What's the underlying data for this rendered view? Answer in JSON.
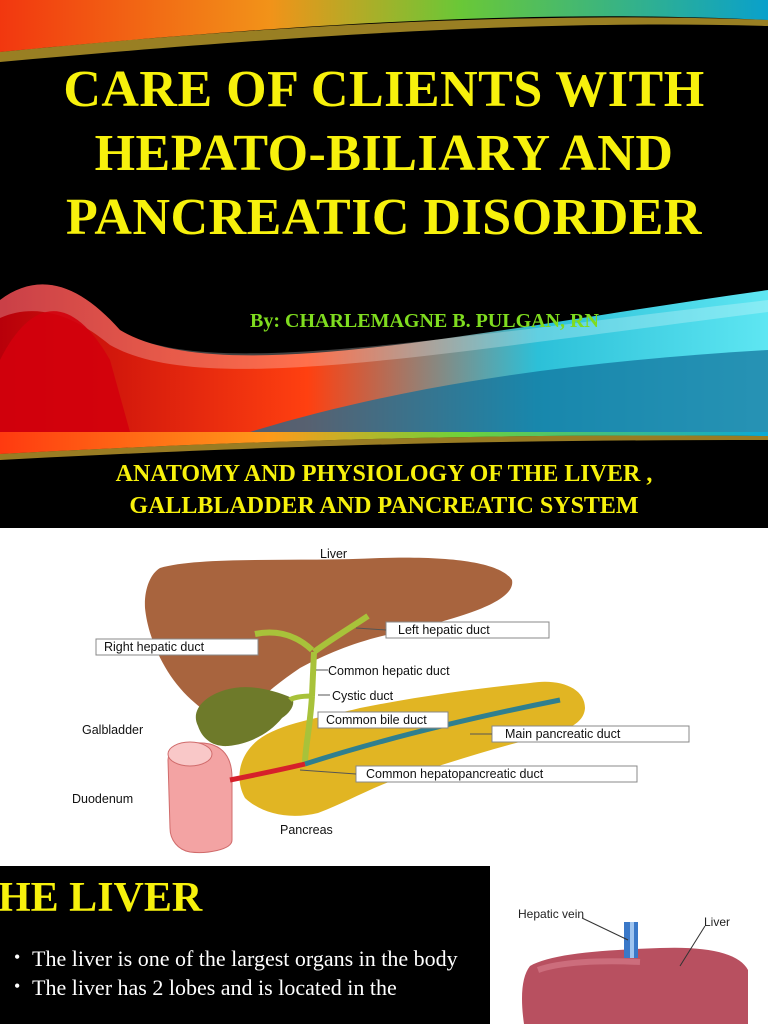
{
  "slide1": {
    "title_lines": [
      "CARE OF CLIENTS WITH",
      "HEPATO-BILIARY AND",
      "PANCREATIC DISORDER"
    ],
    "byline": "By: CHARLEMAGNE B. PULGAN, RN"
  },
  "slide2": {
    "heading_lines": [
      "ANATOMY AND PHYSIOLOGY OF THE LIVER ,",
      "GALLBLADDER AND PANCREATIC SYSTEM"
    ]
  },
  "diagram": {
    "labels": {
      "liver": "Liver",
      "right_hepatic_duct": "Right hepatic duct",
      "left_hepatic_duct": "Left hepatic duct",
      "common_hepatic_duct": "Common hepatic duct",
      "cystic_duct": "Cystic duct",
      "common_bile_duct": "Common bile duct",
      "galbladder": "Galbladder",
      "main_pancreatic_duct": "Main pancreatic duct",
      "common_hepatopancreatic_duct": "Common hepatopancreatic duct",
      "duodenum": "Duodenum",
      "pancreas": "Pancreas"
    },
    "colors": {
      "liver": "#a8643e",
      "gallbladder": "#6e7a2a",
      "pancreas": "#e1b523",
      "duct": "#a8c23a",
      "pancreatic_duct": "#2f7f8f",
      "hepatopancreatic_duct": "#d6202a",
      "duodenum": "#f3a3a3"
    }
  },
  "slide4": {
    "title": "HE LIVER",
    "bullets": [
      "The liver is one of the largest organs in the body",
      "The liver has 2 lobes and is located in the"
    ],
    "image_labels": {
      "hepatic_vein": "Hepatic vein",
      "liver": "Liver"
    }
  },
  "colors": {
    "title_yellow": "#f7f10c",
    "byline_green": "#7fdc1f",
    "background": "#000000"
  }
}
